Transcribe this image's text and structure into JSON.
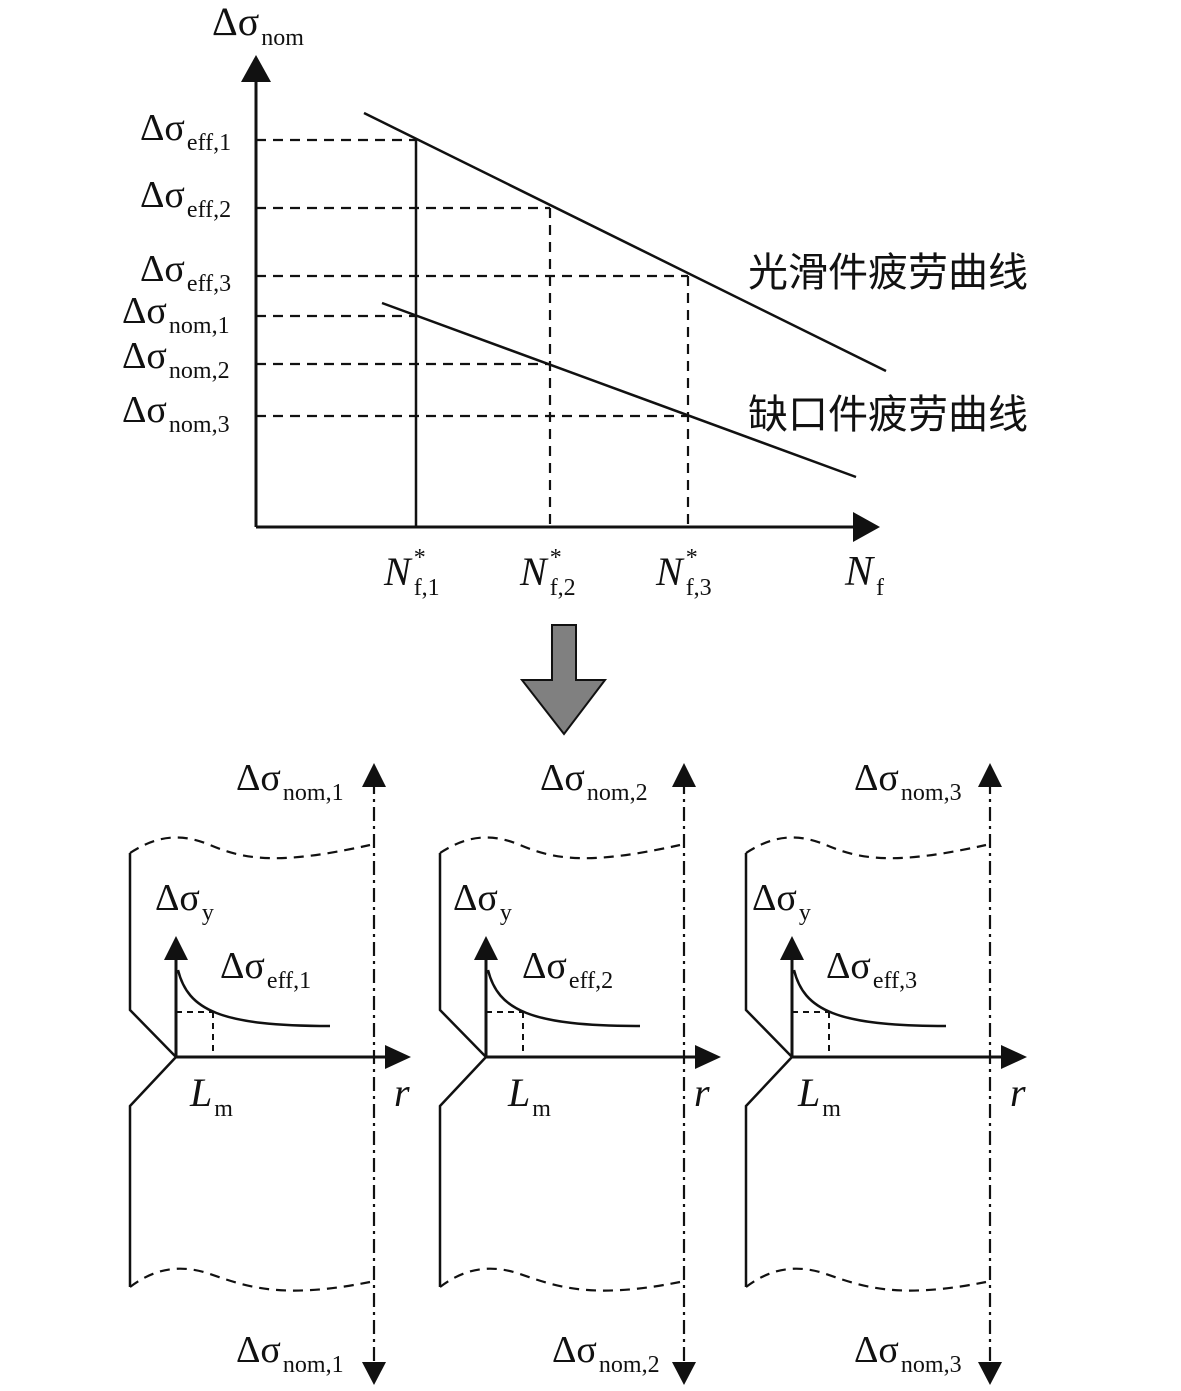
{
  "top_chart": {
    "y_axis": {
      "symbol": "Δσ",
      "sub": "nom"
    },
    "x_axis": {
      "symbol": "N",
      "sub": "f"
    },
    "y_ticks": [
      {
        "symbol": "Δσ",
        "sub": "eff,1"
      },
      {
        "symbol": "Δσ",
        "sub": "eff,2"
      },
      {
        "symbol": "Δσ",
        "sub": "eff,3"
      },
      {
        "symbol": "Δσ",
        "sub": "nom,1"
      },
      {
        "symbol": "Δσ",
        "sub": "nom,2"
      },
      {
        "symbol": "Δσ",
        "sub": "nom,3"
      }
    ],
    "x_ticks": [
      {
        "symbol": "N",
        "sup": "*",
        "sub": "f,1"
      },
      {
        "symbol": "N",
        "sup": "*",
        "sub": "f,2"
      },
      {
        "symbol": "N",
        "sup": "*",
        "sub": "f,3"
      }
    ],
    "curves": [
      {
        "label": "光滑件疲劳曲线"
      },
      {
        "label": "缺口件疲劳曲线"
      }
    ]
  },
  "arrow": {
    "color": "#808080"
  },
  "panels": [
    {
      "top_load": {
        "symbol": "Δσ",
        "sub": "nom,1"
      },
      "bottom_load": {
        "symbol": "Δσ",
        "sub": "nom,1"
      },
      "y_label": {
        "symbol": "Δσ",
        "sub": "y"
      },
      "curve_label": {
        "symbol": "Δσ",
        "sub": "eff,1"
      },
      "length_label": {
        "symbol": "L",
        "sub": "m"
      },
      "r_label": "r"
    },
    {
      "top_load": {
        "symbol": "Δσ",
        "sub": "nom,2"
      },
      "bottom_load": {
        "symbol": "Δσ",
        "sub": "nom,2"
      },
      "y_label": {
        "symbol": "Δσ",
        "sub": "y"
      },
      "curve_label": {
        "symbol": "Δσ",
        "sub": "eff,2"
      },
      "length_label": {
        "symbol": "L",
        "sub": "m"
      },
      "r_label": "r"
    },
    {
      "top_load": {
        "symbol": "Δσ",
        "sub": "nom,3"
      },
      "bottom_load": {
        "symbol": "Δσ",
        "sub": "nom,3"
      },
      "y_label": {
        "symbol": "Δσ",
        "sub": "y"
      },
      "curve_label": {
        "symbol": "Δσ",
        "sub": "eff,3"
      },
      "length_label": {
        "symbol": "L",
        "sub": "m"
      },
      "r_label": "r"
    }
  ]
}
